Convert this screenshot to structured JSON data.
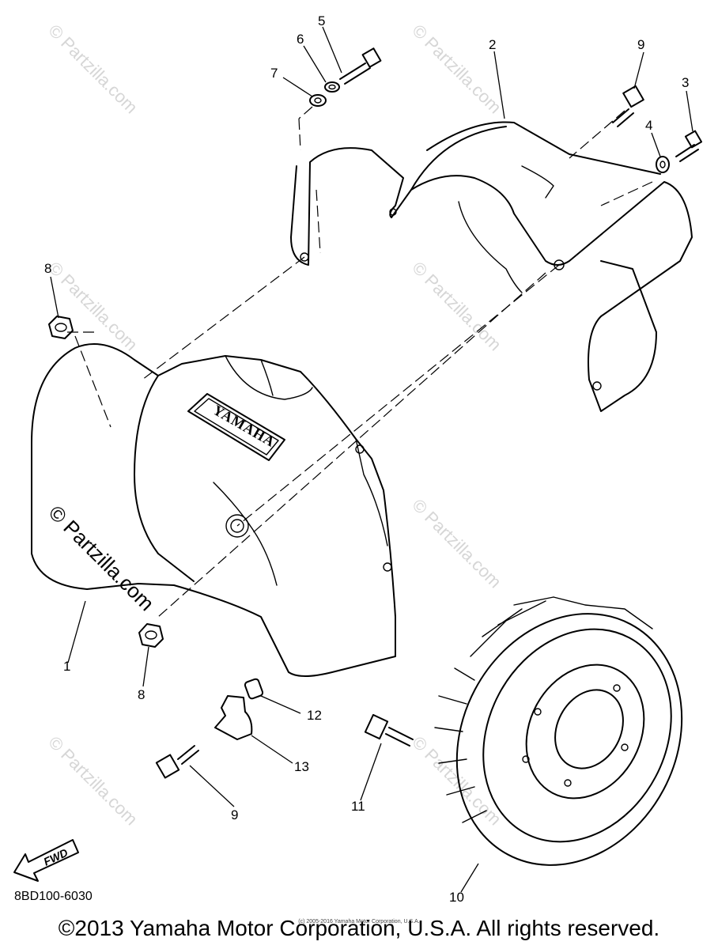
{
  "watermark": "© Partzilla.com",
  "brand_plate": "YAMAHA",
  "fwd_label": "FWD",
  "diagram_code": "8BD100-6030",
  "copyright": "©2013 Yamaha Motor Corporation, U.S.A. All rights reserved.",
  "fine_print": "(c) 2005-2016 Yamaha Motor Corporation, U.S.A.",
  "callouts": [
    "1",
    "2",
    "3",
    "4",
    "5",
    "6",
    "7",
    "8",
    "8",
    "9",
    "9",
    "10",
    "11",
    "12",
    "13"
  ]
}
